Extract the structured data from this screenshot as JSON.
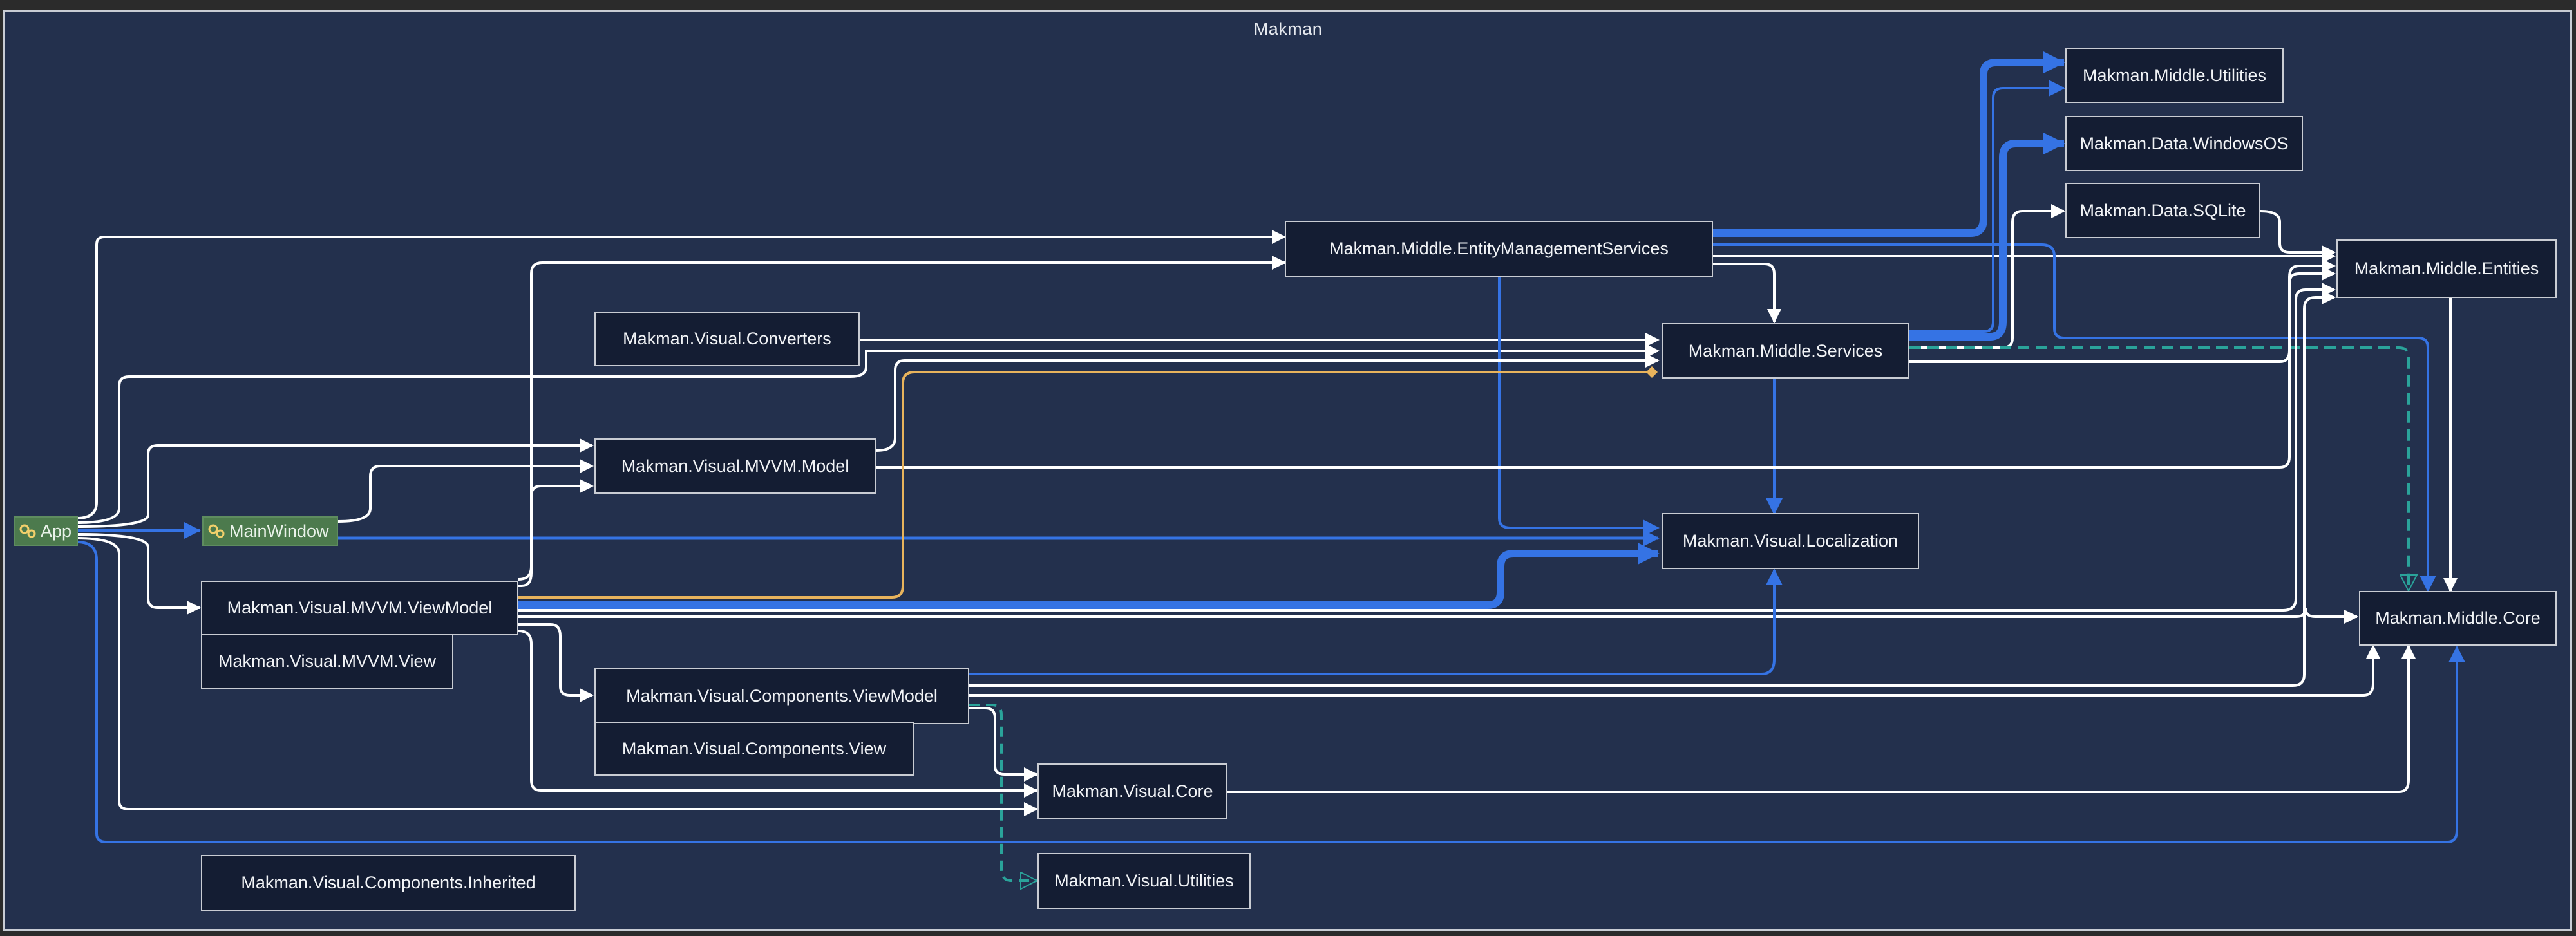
{
  "diagram": {
    "title": "Makman",
    "colors": {
      "background": "#23304d",
      "node_fill": "#141d33",
      "node_border": "#c9ccd3",
      "entry_fill": "#4c7a4d",
      "edge_white": "#ffffff",
      "edge_blue": "#3573e4",
      "edge_orange": "#e8b35c",
      "edge_teal": "#2aa39a"
    },
    "nodes": [
      {
        "id": "app",
        "label": "App",
        "icon": "gear-cluster-icon",
        "entry": true
      },
      {
        "id": "mainwindow",
        "label": "MainWindow",
        "icon": "gear-cluster-icon",
        "entry": true
      },
      {
        "id": "entitymgmt",
        "label": "Makman.Middle.EntityManagementServices"
      },
      {
        "id": "converters",
        "label": "Makman.Visual.Converters"
      },
      {
        "id": "services",
        "label": "Makman.Middle.Services"
      },
      {
        "id": "mvvmmodel",
        "label": "Makman.Visual.MVVM.Model"
      },
      {
        "id": "mvvmviewmodel",
        "label": "Makman.Visual.MVVM.ViewModel"
      },
      {
        "id": "mvvmview",
        "label": "Makman.Visual.MVVM.View"
      },
      {
        "id": "localization",
        "label": "Makman.Visual.Localization"
      },
      {
        "id": "compviewmodel",
        "label": "Makman.Visual.Components.ViewModel"
      },
      {
        "id": "compview",
        "label": "Makman.Visual.Components.View"
      },
      {
        "id": "visualcore",
        "label": "Makman.Visual.Core"
      },
      {
        "id": "visualutilities",
        "label": "Makman.Visual.Utilities"
      },
      {
        "id": "compinherited",
        "label": "Makman.Visual.Components.Inherited"
      },
      {
        "id": "middleutilities",
        "label": "Makman.Middle.Utilities"
      },
      {
        "id": "windowsos",
        "label": "Makman.Data.WindowsOS"
      },
      {
        "id": "sqlite",
        "label": "Makman.Data.SQLite"
      },
      {
        "id": "entities",
        "label": "Makman.Middle.Entities"
      },
      {
        "id": "middlecore",
        "label": "Makman.Middle.Core"
      }
    ],
    "edges": [
      {
        "from": "app",
        "to": "entitymgmt",
        "style": "white"
      },
      {
        "from": "app",
        "to": "services",
        "style": "white"
      },
      {
        "from": "app",
        "to": "mvvmmodel",
        "style": "white"
      },
      {
        "from": "app",
        "to": "mainwindow",
        "style": "blue"
      },
      {
        "from": "app",
        "to": "mvvmviewmodel",
        "style": "white"
      },
      {
        "from": "app",
        "to": "visualcore",
        "style": "white"
      },
      {
        "from": "app",
        "to": "middlecore",
        "style": "blue"
      },
      {
        "from": "mainwindow",
        "to": "mvvmmodel",
        "style": "white"
      },
      {
        "from": "mainwindow",
        "to": "localization",
        "style": "blue"
      },
      {
        "from": "converters",
        "to": "services",
        "style": "white"
      },
      {
        "from": "entitymgmt",
        "to": "services",
        "style": "white"
      },
      {
        "from": "entitymgmt",
        "to": "middleutilities",
        "style": "blue-thick"
      },
      {
        "from": "entitymgmt",
        "to": "entities",
        "style": "white"
      },
      {
        "from": "entitymgmt",
        "to": "localization",
        "style": "blue"
      },
      {
        "from": "entitymgmt",
        "to": "middlecore",
        "style": "blue"
      },
      {
        "from": "services",
        "to": "middleutilities",
        "style": "blue"
      },
      {
        "from": "services",
        "to": "windowsos",
        "style": "blue-thick"
      },
      {
        "from": "services",
        "to": "sqlite",
        "style": "white"
      },
      {
        "from": "services",
        "to": "entities",
        "style": "white"
      },
      {
        "from": "services",
        "to": "localization",
        "style": "blue"
      },
      {
        "from": "services",
        "to": "middlecore",
        "style": "teal-dashed"
      },
      {
        "from": "sqlite",
        "to": "entities",
        "style": "white"
      },
      {
        "from": "entities",
        "to": "middlecore",
        "style": "white"
      },
      {
        "from": "mvvmmodel",
        "to": "services",
        "style": "white"
      },
      {
        "from": "mvvmmodel",
        "to": "entities",
        "style": "white"
      },
      {
        "from": "mvvmviewmodel",
        "to": "localization",
        "style": "blue-thick"
      },
      {
        "from": "mvvmviewmodel",
        "to": "services",
        "style": "orange"
      },
      {
        "from": "mvvmviewmodel",
        "to": "mvvmmodel",
        "style": "white"
      },
      {
        "from": "mvvmviewmodel",
        "to": "entitymgmt",
        "style": "white"
      },
      {
        "from": "mvvmviewmodel",
        "to": "compviewmodel",
        "style": "white"
      },
      {
        "from": "mvvmviewmodel",
        "to": "visualcore",
        "style": "white"
      },
      {
        "from": "mvvmviewmodel",
        "to": "middlecore",
        "style": "white"
      },
      {
        "from": "mvvmviewmodel",
        "to": "entities",
        "style": "white"
      },
      {
        "from": "compviewmodel",
        "to": "localization",
        "style": "blue"
      },
      {
        "from": "compviewmodel",
        "to": "visualcore",
        "style": "white"
      },
      {
        "from": "compviewmodel",
        "to": "visualutilities",
        "style": "teal-dashed"
      },
      {
        "from": "compviewmodel",
        "to": "middlecore",
        "style": "white"
      },
      {
        "from": "compviewmodel",
        "to": "entities",
        "style": "white"
      },
      {
        "from": "visualcore",
        "to": "middlecore",
        "style": "white"
      }
    ]
  }
}
